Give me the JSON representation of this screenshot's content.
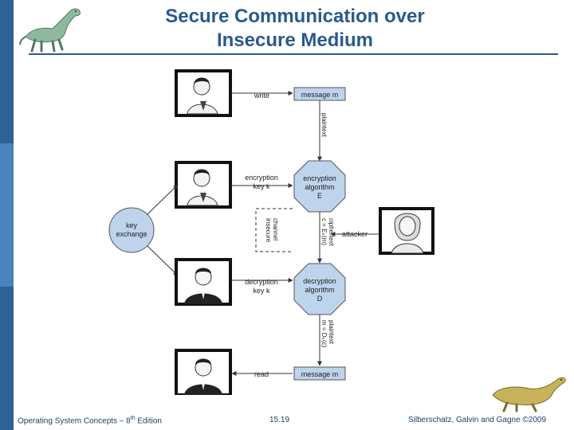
{
  "slide": {
    "title_line1": "Secure Communication over",
    "title_line2": "Insecure Medium"
  },
  "footer": {
    "book_prefix": "Operating System Concepts – 8",
    "book_sup": "th",
    "book_suffix": " Edition",
    "page": "15.19",
    "copyright": "Silberschatz, Galvin and Gagne ©2009"
  },
  "diagram": {
    "write": "write",
    "message_top": "message m",
    "plaintext_top": "plaintext",
    "encryption_key_1": "encryption",
    "encryption_key_2": "key k",
    "enc_alg_1": "encryption",
    "enc_alg_2": "algorithm",
    "enc_alg_3": "E",
    "key_exchange_1": "key",
    "key_exchange_2": "exchange",
    "insecure_channel_1": "insecure",
    "insecure_channel_2": "channel",
    "ciphertext_1": "ciphertext",
    "ciphertext_2": "c = Eₖ(m)",
    "attacker": "attacker",
    "decryption_key_1": "decryption",
    "decryption_key_2": "key k",
    "dec_alg_1": "decryption",
    "dec_alg_2": "algorithm",
    "dec_alg_3": "D",
    "plaintext_bottom_1": "plaintext",
    "plaintext_bottom_2": "m = Dₖ(c)",
    "read": "read",
    "message_bottom": "message m"
  },
  "colors": {
    "title": "#2a5a8c",
    "node_fill": "#bed3ec",
    "sidebar_dark": "#2d6296",
    "sidebar_light": "#4b82bb"
  }
}
